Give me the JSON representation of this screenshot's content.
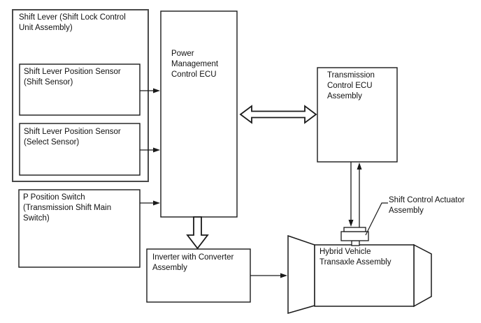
{
  "colors": {
    "line": "#1a1a1a",
    "outer_box_border": "#4a4a4a",
    "background": "#ffffff"
  },
  "boxes": {
    "shift_lever": {
      "label": "Shift Lever (Shift Lock Control Unit Assembly)",
      "lines": [
        "Shift Lever (Shift Lock Control",
        "Unit Assembly)"
      ]
    },
    "shift_sensor": {
      "label": "Shift Lever Position Sensor (Shift Sensor)",
      "lines": [
        "Shift Lever Position Sensor",
        "(Shift Sensor)"
      ]
    },
    "select_sensor": {
      "label": "Shift Lever Position Sensor (Select Sensor)",
      "lines": [
        "Shift Lever Position Sensor",
        "(Select Sensor)"
      ]
    },
    "p_position_switch": {
      "label": "P Position Switch (Transmission Shift Main Switch)",
      "lines": [
        "P Position Switch",
        "(Transmission Shift Main",
        "Switch)"
      ]
    },
    "power_management_ecu": {
      "label": "Power Management Control ECU",
      "lines": [
        "Power",
        "Management",
        "Control ECU"
      ]
    },
    "transmission_ecu": {
      "label": "Transmission Control ECU Assembly",
      "lines": [
        "Transmission",
        "Control ECU",
        "Assembly"
      ]
    },
    "inverter": {
      "label": "Inverter with Converter Assembly",
      "lines": [
        "Inverter with Converter",
        "Assembly"
      ]
    },
    "transaxle": {
      "label": "Hybrid Vehicle Transaxle Assembly",
      "lines": [
        "Hybrid Vehicle",
        "Transaxle Assembly"
      ]
    },
    "shift_control_actuator": {
      "label": "Shift Control Actuator Assembly",
      "lines": [
        "Shift Control Actuator",
        "Assembly"
      ]
    }
  },
  "connections": [
    {
      "from": "shift_sensor",
      "to": "power_management_ecu",
      "type": "arrow"
    },
    {
      "from": "select_sensor",
      "to": "power_management_ecu",
      "type": "arrow"
    },
    {
      "from": "p_position_switch",
      "to": "power_management_ecu",
      "type": "arrow"
    },
    {
      "from": "power_management_ecu",
      "to": "transmission_ecu",
      "type": "hollow-double-arrow"
    },
    {
      "from": "power_management_ecu",
      "to": "inverter",
      "type": "hollow-arrow"
    },
    {
      "from": "inverter",
      "to": "transaxle",
      "type": "arrow"
    },
    {
      "from": "transmission_ecu",
      "to": "shift_control_actuator",
      "type": "double-arrow"
    },
    {
      "from": "shift_control_actuator",
      "to": "transaxle",
      "type": "attached"
    }
  ]
}
